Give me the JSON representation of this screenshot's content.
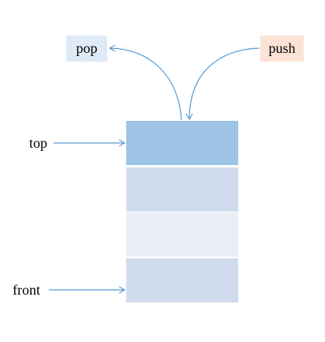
{
  "diagram": {
    "pop_label": "pop",
    "push_label": "push",
    "top_label": "top",
    "front_label": "front",
    "cells": [
      {
        "color": "#9dc3e6"
      },
      {
        "color": "#d0dcee"
      },
      {
        "color": "#e9eef7"
      },
      {
        "color": "#d0dcee"
      }
    ]
  },
  "colors": {
    "pop_box": "#deebf7",
    "push_box": "#fbe3d6",
    "arrow": "#5b9bd5"
  }
}
